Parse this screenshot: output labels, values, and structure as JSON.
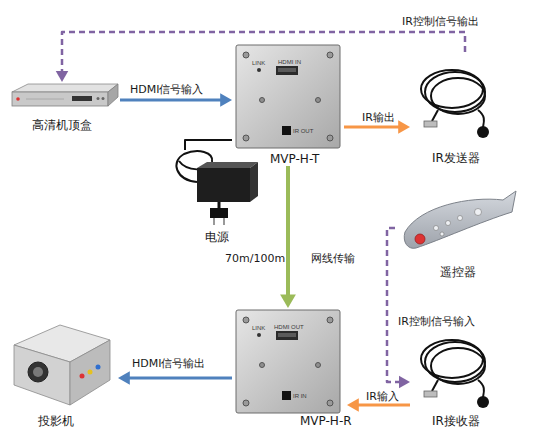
{
  "diagram": {
    "nodes": [
      {
        "text": [
          "高清机顶盒"
        ]
      },
      {
        "text": [
          "MVP-H-T"
        ]
      },
      {
        "text": [
          "电源"
        ]
      },
      {
        "text": [
          "IR发送器"
        ]
      },
      {
        "text": [
          "遥控器"
        ]
      },
      {
        "text": [
          "MVP-H-R"
        ]
      },
      {
        "text": [
          "IR接收器"
        ]
      },
      {
        "text": [
          "投影机"
        ]
      }
    ],
    "edges": [
      {
        "from": 0,
        "to": 1,
        "arrow": "to",
        "label": "HDMI信号输入"
      },
      {
        "from": 1,
        "to": 3,
        "arrow": "to",
        "label": "IR输出"
      },
      {
        "from": 3,
        "to": 0,
        "arrow": "to",
        "label": "IR控制信号输出"
      },
      {
        "from": 1,
        "to": 5,
        "arrow": "to",
        "label": "70m/100m 网线传输"
      },
      {
        "from": 4,
        "to": 6,
        "arrow": "to",
        "label": "IR控制信号输入"
      },
      {
        "from": 6,
        "to": 5,
        "arrow": "to",
        "label": "IR输入"
      },
      {
        "from": 5,
        "to": 7,
        "arrow": "to",
        "label": "HDMI信号输出"
      },
      {
        "from": 2,
        "to": 1,
        "arrow": "none"
      }
    ],
    "labels": [
      "LINK",
      "HDMI IN",
      "IR OUT",
      "LINK",
      "HDMI OUT",
      "IR IN"
    ]
  }
}
